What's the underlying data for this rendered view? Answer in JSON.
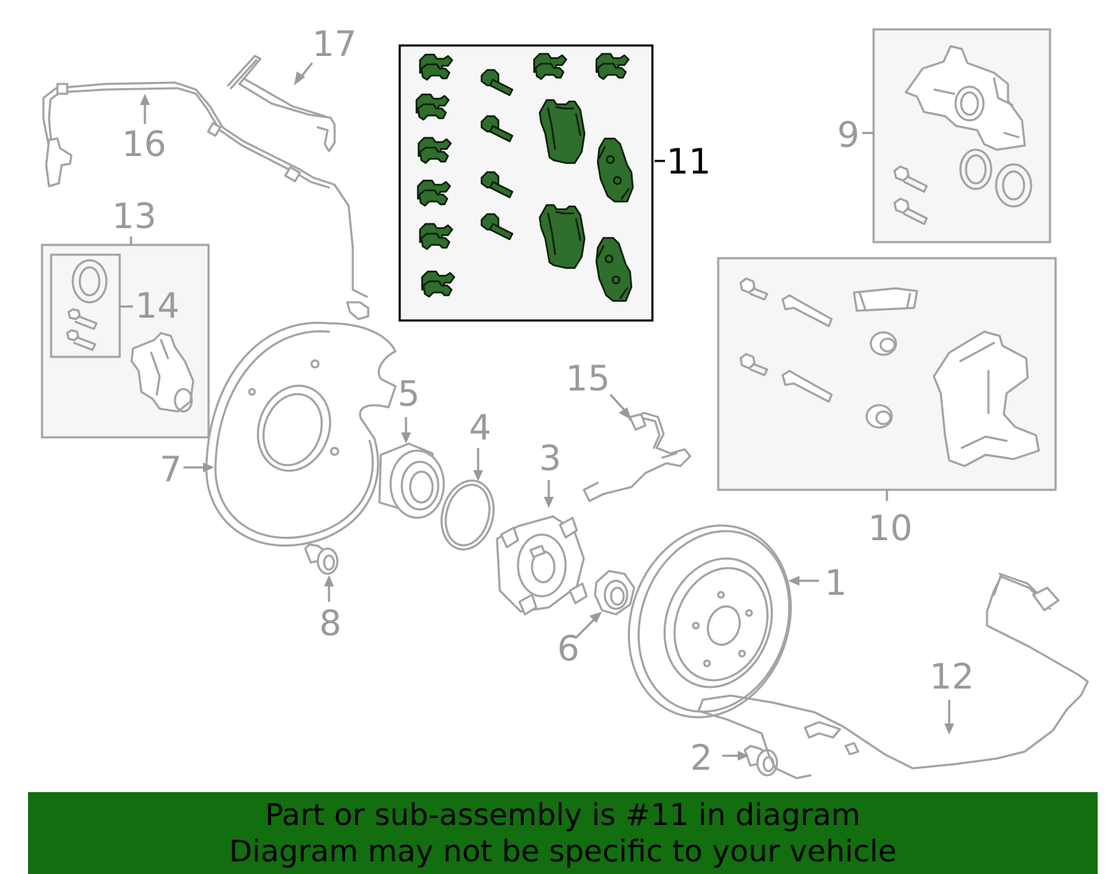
{
  "callouts": {
    "c1": "1",
    "c2": "2",
    "c3": "3",
    "c4": "4",
    "c5": "5",
    "c6": "6",
    "c7": "7",
    "c8": "8",
    "c9": "9",
    "c10": "10",
    "c11": "11",
    "c12": "12",
    "c13": "13",
    "c14": "14",
    "c15": "15",
    "c16": "16",
    "c17": "17"
  },
  "highlight": {
    "callout": "11",
    "fill_color": "#2f6e2c",
    "box_stroke": "#000000"
  },
  "colors": {
    "part_stroke": "#a3a3a3",
    "label": "#9a9a9a",
    "banner_bg": "#136e10"
  },
  "banner": {
    "line1": "Part or sub-assembly is #11 in diagram",
    "line2": "Diagram may not be specific to your vehicle"
  }
}
